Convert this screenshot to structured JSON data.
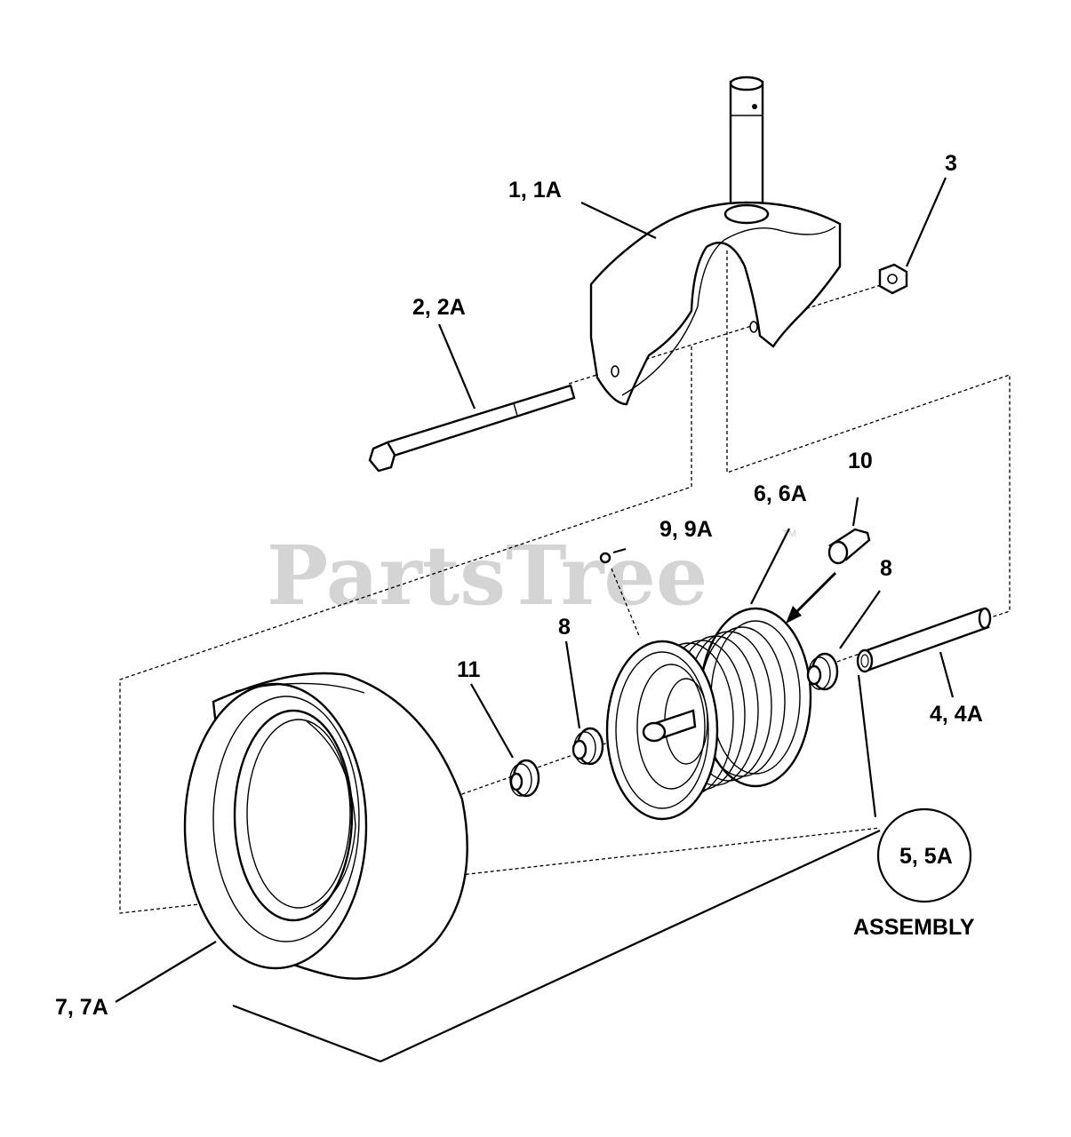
{
  "watermark": {
    "text": "PartsTree",
    "trademark": "TM"
  },
  "callouts": {
    "yoke": "1, 1A",
    "bolt": "2, 2A",
    "locknut": "3",
    "spacer": "4, 4A",
    "assembly": "5, 5A",
    "assembly_caption": "ASSEMBLY",
    "rim": "6, 6A",
    "tire": "7, 7A",
    "bearing_left": "8",
    "bearing_right": "8",
    "fitting": "9, 9A",
    "valve_stem": "10",
    "washer": "11"
  }
}
